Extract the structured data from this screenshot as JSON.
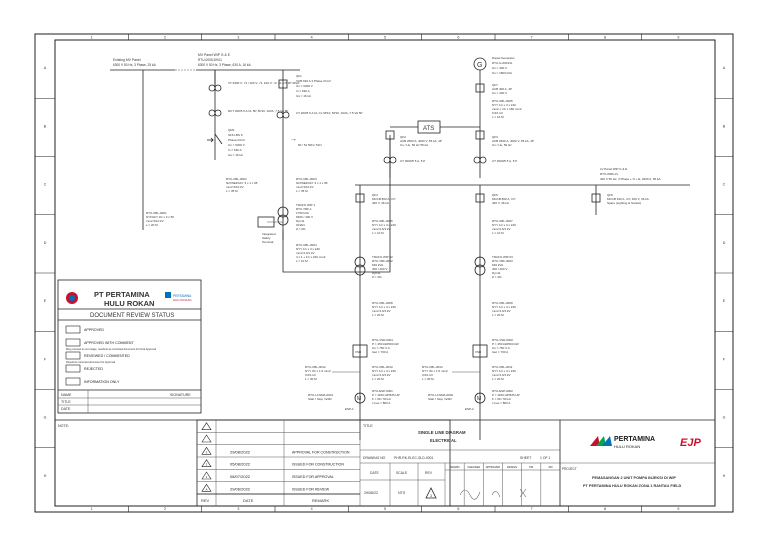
{
  "grid": {
    "cols": [
      "1",
      "2",
      "3",
      "4",
      "5",
      "6",
      "7",
      "8",
      "9"
    ],
    "rows": [
      "A",
      "B",
      "C",
      "D",
      "E",
      "F",
      "G",
      "H"
    ]
  },
  "source_panels": {
    "existing_mv": "Existing MV Panel",
    "existing_mv_spec": "6300 V 50 Hz, 3 Phase, 25 kA",
    "mv_panel": "MV Panel WIP G & E",
    "mv_panel_spec": "RTU-0005.3/K01",
    "mv_panel_spec2": "6300 V 50 Hz, 3 Phase, 630 A, 16 kA",
    "diesel_gen": "Diesel Generator",
    "diesel_spec": [
      "RTU-G-0001/G",
      "Un = 400 V",
      "Sn = 1500 kVA"
    ]
  },
  "annotations": {
    "vt": "VT 6300 V: √3 / 100 V: √3, 100 V: √3, CL 0.5 3P 30VA",
    "ct1": "RCT 200/5 5 A CL 5P, 5P10, 10VA, 7.5 VA 5P",
    "qm": [
      "QM1",
      "SF6 LBS 6",
      "Phasa 24 kV",
      "Un = 6300 V",
      "In = 630 A",
      "Ics = 16 kA"
    ],
    "qf1": [
      "QF1",
      "VCB 630 A 3 Phase 24 kV",
      "Un = 6300 V",
      "In = 630 A",
      "Ics = 16 kA"
    ],
    "ct2": "CT 200/5 5 A CL CL 5P10, 5P10, 10VA, 7.5 VA 5P",
    "relay": "50 / 51 50N / 51N",
    "cable_mv": [
      "RTU-CBL-0001",
      "NYFGbY 3C x 3 x 50",
      "mm2 6/10 kV",
      "L = 20 M"
    ],
    "cable_mv2": [
      "RTU-CBL-0002",
      "N2XSEFGbY 3 x 1 x 95",
      "mm2 6/10 kV",
      "L = 35 M"
    ],
    "cable_mv3": [
      "RTU-CBL-0003",
      "N2XSEFGbY 3 x 1 x 95",
      "mm2 6/10 kV",
      "L = 35 M"
    ],
    "transformer": [
      "TRAFO WIP 1",
      "RTU-TRF-1",
      "1750 kVA",
      "6300 / 400 V",
      "Dyn11",
      "ONAN",
      "Z = 6%"
    ],
    "it_terminal": [
      "Integrated",
      "Safety",
      "Terminal"
    ],
    "cable_lv1": [
      "RTU-CBL-0004",
      "NYY 1C x 3 x 240",
      "mm2 0.6/1 kV",
      "4 x 1 + 1C x 240 mm2",
      "L = 10 M"
    ],
    "ats": "ATS",
    "qf2": [
      "QF2",
      "ACB 2500 A, 4000 V, 65 kA, 4P",
      "Un / Ue, 50 Hz 55 kA"
    ],
    "qf3": [
      "QF3",
      "ACB 2500 A, 4000 V, 65 kA, 4P",
      "Un / Ue, 50 Hz"
    ],
    "ct3": "CT 3000/5 5 A, 5 P",
    "ct4": "CT 3000/5 5 A, 5 P",
    "qf7": [
      "QF7",
      "ACB 400 A, 4P",
      "Un = 400 V"
    ],
    "cable_gen": [
      "RTU-CBL-0005",
      "NYY 1C x 3 x 240",
      "mm2 + 1C x 150 mm2",
      "0.6/1 kV",
      "L = 10 M"
    ],
    "lv_panel": [
      "LV Panel WIP G & E",
      "RTU-0006-LV",
      "400 V 50 Hz, 3 Phase + N + E, 3200 A, 65 kA"
    ],
    "qf4": [
      "QF4",
      "MCCB 800 A, 3 P",
      "400 V, 36 kA"
    ],
    "qf5": [
      "QF5",
      "MCCB 800 A, 3 P",
      "400 V, 36 kA"
    ],
    "qf6": [
      "QF6",
      "MCCB 160 A, 4 P, 400 V, 36 kA",
      "Spare (Lighting & Socket)"
    ],
    "cable_lv2": [
      "RTU-CBL-0006",
      "NYY 1C x 3 x 240",
      "mm2 0.6/1 kV",
      "L = 10 M"
    ],
    "cable_lv3": [
      "RTU-CBL-0007",
      "NYY 1C x 3 x 240",
      "mm2 0.6/1 kV",
      "L = 10 M"
    ],
    "trafo2": [
      "TRAFO WIP 02",
      "RTU-TRF-0002",
      "630 kVA",
      "400 / 400 V",
      "Dyn11",
      "Z = 4%"
    ],
    "trafo3": [
      "TRAFO WIP 03",
      "RTU-TRF-0003",
      "630 kVA",
      "400 / 400 V",
      "Dyn11",
      "Z = 4%"
    ],
    "cable_lv4": [
      "RTU-CBL-0008",
      "NYY 1C x 3 x 240",
      "mm2 0.6/1 kV",
      "L = 20 M"
    ],
    "cable_lv5": [
      "RTU-CBL-0009",
      "NYY 1C x 3 x 240",
      "mm2 0.6/1 kV",
      "L = 20 M"
    ],
    "vsd1": [
      "RTU-VSD-0001",
      "P = 450 kW/600 kW",
      "Un = 750 V A",
      "Iout = 730 A"
    ],
    "vsd2": [
      "RTU-VSD-0002",
      "P = 450 kW/600 kW",
      "Un = 750 V A",
      "Iout = 730 A"
    ],
    "cable_m1": [
      "RTU-CBL-0010",
      "NYY 1C x 3 x 240",
      "mm2 0.6/1 kV",
      "L = 20 M"
    ],
    "cable_m2": [
      "RTU-CBL-0011",
      "NYY 1C x 3 x 240",
      "mm2 0.6/1 kV",
      "L = 20 M"
    ],
    "cable_m3": [
      "RTU-CBL-0012",
      "NYY 3C x 1.5 mm2",
      "0.6/1 kV",
      "L = 30 M"
    ],
    "cable_m4": [
      "RTU-CBL-0013",
      "NYY 3C x 1.5 mm2",
      "0.6/1 kV",
      "L = 30 M"
    ],
    "esp1": [
      "RTU-ESP-0001",
      "P = 1150 HP/625 HP",
      "F = 60 / 50 Hz",
      "I max = 800 A"
    ],
    "esp2": [
      "RTU-ESP-0002",
      "P = 1150 HP/625 HP",
      "F = 60 / 50 Hz",
      "I max = 800 A"
    ],
    "ldc1": [
      "RTU-LCSMA-0001",
      "Start / Stop / ESD"
    ],
    "ldc2": [
      "RTU-LCSMA-0002",
      "Start / Stop / ESD"
    ],
    "esp_tag1": "ESP-1",
    "esp_tag2": "ESP-2",
    "gen_symbol": "G",
    "vsd_symbol": "VSD",
    "m_symbol": "M",
    "arrow_symbol": "→"
  },
  "review_box": {
    "company_line1": "PT PERTAMINA",
    "company_line2": "HULU ROKAN",
    "heading": "DOCUMENT REVIEW STATUS",
    "logo_text": "PERTAMINA",
    "logo_sub": "HULU ROKAN",
    "statuses": [
      {
        "label": "APPROVED",
        "note": ""
      },
      {
        "label": "APPROVED WITH COMMENT",
        "note": "May proceed to next stage, resubmit as corrected document for Final Approval"
      },
      {
        "label": "REVIEWED / COMMENTED",
        "note": "Resubmit corrected document for Approval"
      },
      {
        "label": "REJECTED",
        "note": ""
      },
      {
        "label": "INFORMATION ONLY",
        "note": ""
      }
    ],
    "fields": [
      "NAME",
      "TITLE",
      "DATE"
    ],
    "signature": "SIGNATURE"
  },
  "title_block": {
    "note_label": "NOTE:",
    "revisions": [
      {
        "rev": "",
        "date": "",
        "remark": ""
      },
      {
        "rev": "",
        "date": "",
        "remark": ""
      },
      {
        "rev": "3",
        "date": "29/08/2022",
        "remark": "APPROVAL FOR CONSTRUCTION"
      },
      {
        "rev": "2",
        "date": "05/08/2022",
        "remark": "ISSUED FOR CONSTRUCTION"
      },
      {
        "rev": "1",
        "date": "08/07/2022",
        "remark": "ISSUED FOR APPROVAL"
      },
      {
        "rev": "A",
        "date": "29/06/2022",
        "remark": "ISSUED FOR REVIEW"
      }
    ],
    "rev_header": "REV",
    "date_header": "DATE",
    "remark_header": "REMARK",
    "title_label": "TITLE",
    "title_line1": "SINGLE LINE DIAGRAM",
    "title_line2": "ELECTRICAL",
    "drawing_no_label": "DRAWING NO",
    "drawing_no": "PHR-RK-ELEC-SLD-0001",
    "sheet_label": "SHEET",
    "sheet_value": "1 OF 1",
    "date_label": "DATE",
    "scale_label": "SCALE",
    "rev_label": "REV",
    "date_value": "29/08/22",
    "scale_value": "NTS",
    "rev_value": "3",
    "sign_headers": [
      "DRAWN",
      "CHECKED",
      "APPROVED",
      "DESIGN",
      "PM",
      "SM"
    ],
    "project_label": "PROJECT",
    "project_line1": "PEMASANGAN 2 UNIT POMPA INJEKSI DI WIP",
    "project_line2": "PT PERTAMINA HULU ROKAN ZONA 1 RANTAU FIELD",
    "logo_name": "PERTAMINA",
    "logo_sub": "HULU ROKAN",
    "contractor_logo": "EJP"
  }
}
